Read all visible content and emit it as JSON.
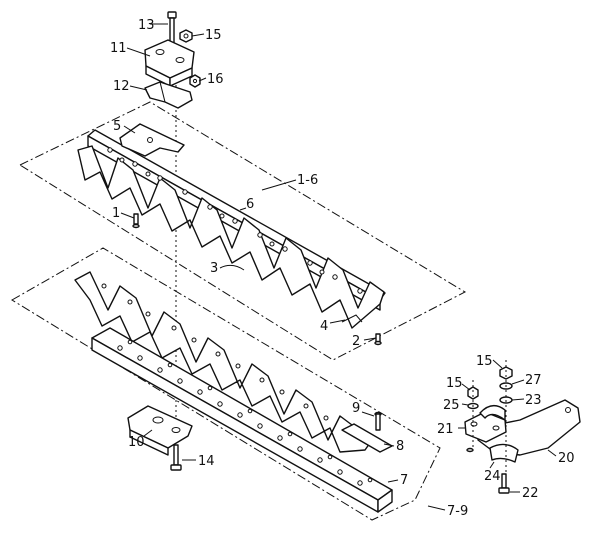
{
  "callouts": [
    {
      "id": "c13",
      "text": "13"
    },
    {
      "id": "c15a",
      "text": "15"
    },
    {
      "id": "c11",
      "text": "11"
    },
    {
      "id": "c12",
      "text": "12"
    },
    {
      "id": "c16",
      "text": "16"
    },
    {
      "id": "c5",
      "text": "5"
    },
    {
      "id": "c1-6",
      "text": "1-6"
    },
    {
      "id": "c6",
      "text": "6"
    },
    {
      "id": "c1",
      "text": "1"
    },
    {
      "id": "c3",
      "text": "3"
    },
    {
      "id": "c4",
      "text": "4"
    },
    {
      "id": "c2",
      "text": "2"
    },
    {
      "id": "c15b",
      "text": "15"
    },
    {
      "id": "c27",
      "text": "27"
    },
    {
      "id": "c15c",
      "text": "15"
    },
    {
      "id": "c25",
      "text": "25"
    },
    {
      "id": "c23",
      "text": "23"
    },
    {
      "id": "c9",
      "text": "9"
    },
    {
      "id": "c21",
      "text": "21"
    },
    {
      "id": "c8",
      "text": "8"
    },
    {
      "id": "c10",
      "text": "10"
    },
    {
      "id": "c14",
      "text": "14"
    },
    {
      "id": "c20",
      "text": "20"
    },
    {
      "id": "c24",
      "text": "24"
    },
    {
      "id": "c7",
      "text": "7"
    },
    {
      "id": "c22",
      "text": "22"
    },
    {
      "id": "c7-9",
      "text": "7-9"
    }
  ]
}
